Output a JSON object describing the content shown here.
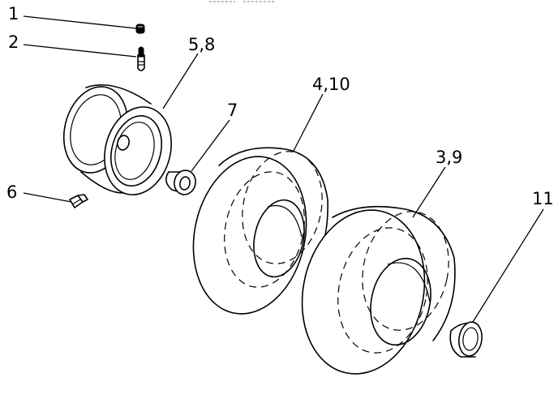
{
  "diagram": {
    "header_text": "",
    "callouts": {
      "c1": "1",
      "c2": "2",
      "c6": "6",
      "c58": "5,8",
      "c7": "7",
      "c410": "4,10",
      "c39": "3,9",
      "c11": "11"
    }
  }
}
